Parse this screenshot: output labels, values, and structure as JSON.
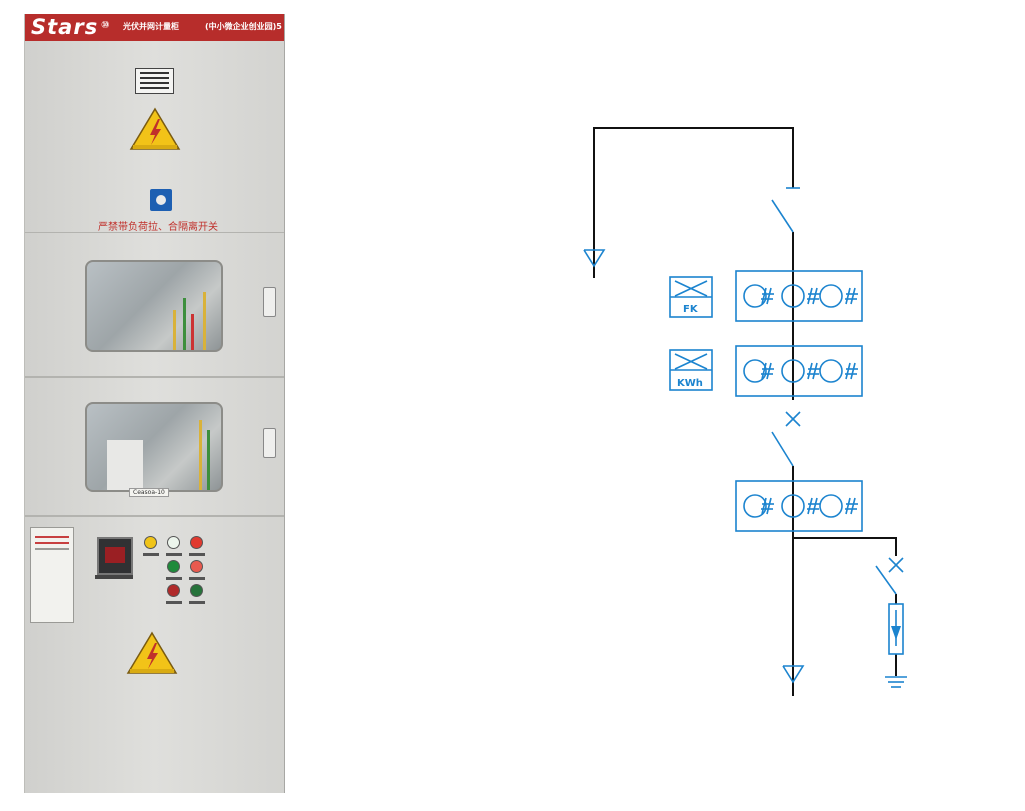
{
  "cabinet_photo": {
    "brand_text": "Stars",
    "logo_text": "⑩",
    "header_title": "光伏并网计量柜",
    "header_subtitle": "(中小微企业创业园)5",
    "caption": "严禁带负荷拉、合隔离开关",
    "window_tag": "Ceasoa-10",
    "colors": {
      "header_red": "#b72d2b",
      "panel_gray": "#d5d5d2",
      "warning_yellow": "#f2c318",
      "knob_blue": "#1d5fb2",
      "lamp_yellow": "#f0c419",
      "lamp_green": "#1f8a3b",
      "lamp_red": "#e03a2f"
    }
  },
  "single_line_diagram": {
    "box_labels": {
      "upper": "FK",
      "lower": "KWh"
    },
    "colors": {
      "line": "#111111",
      "equipment": "#1c84cf"
    },
    "symbols": [
      "disconnect-switch",
      "current-transformer-group",
      "control-module-fk",
      "energy-meter-kwh",
      "circuit-breaker",
      "current-transformer-group",
      "surge-arrester",
      "ground",
      "cable-termination"
    ]
  }
}
